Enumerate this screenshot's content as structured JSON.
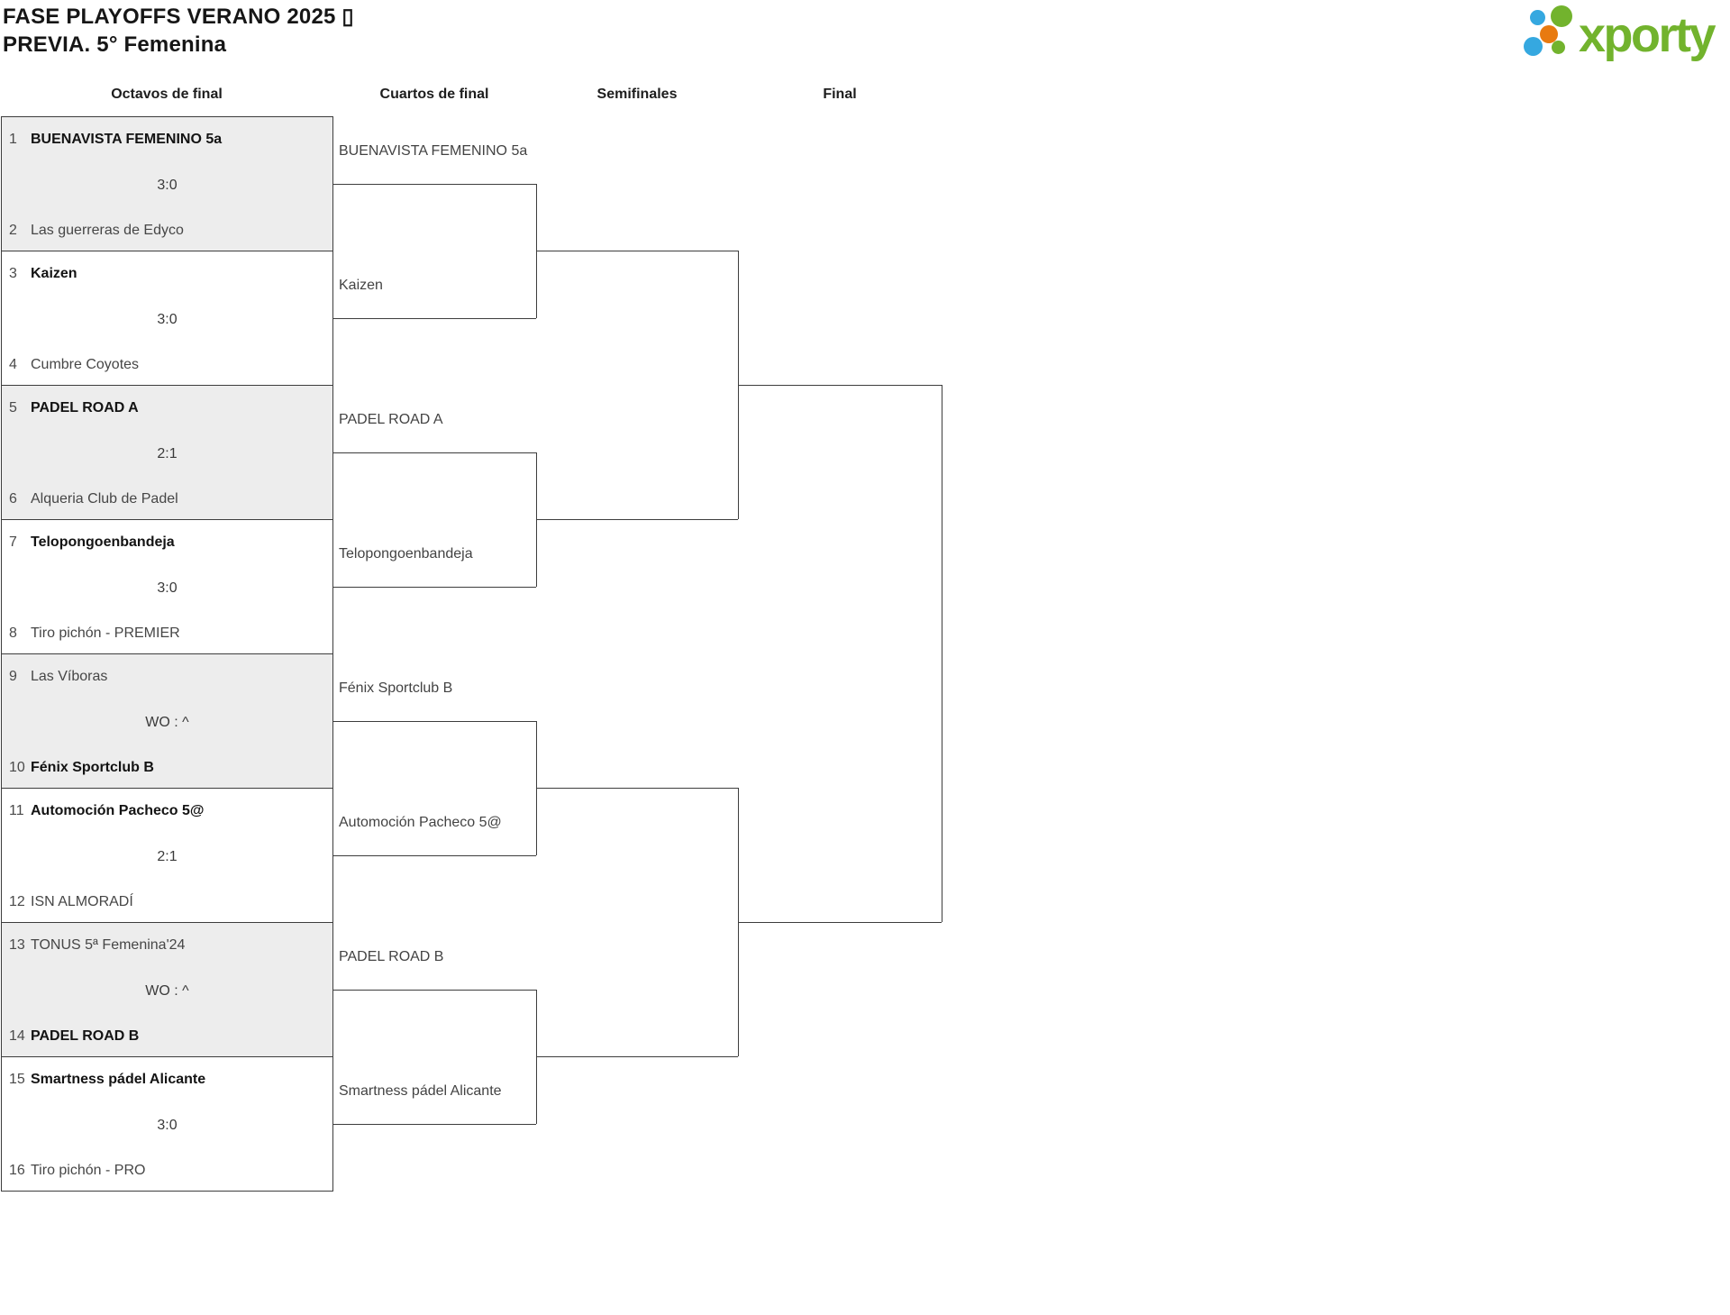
{
  "title": {
    "line1": "FASE PLAYOFFS VERANO 2025 ▯",
    "line2": "PREVIA. 5° Femenina"
  },
  "logo": {
    "text": "xporty",
    "green": "#72b32d",
    "blue": "#35a8e0",
    "orange": "#e87a10"
  },
  "rounds": [
    "Octavos de final",
    "Cuartos de final",
    "Semifinales",
    "Final"
  ],
  "matches": [
    {
      "seed_a": "1",
      "team_a": "BUENAVISTA FEMENINO 5a",
      "score": "3:0",
      "seed_b": "2",
      "team_b": "Las guerreras de Edyco",
      "winner": "a",
      "shaded": true
    },
    {
      "seed_a": "3",
      "team_a": "Kaizen",
      "score": "3:0",
      "seed_b": "4",
      "team_b": "Cumbre Coyotes",
      "winner": "a",
      "shaded": false
    },
    {
      "seed_a": "5",
      "team_a": "PADEL ROAD A",
      "score": "2:1",
      "seed_b": "6",
      "team_b": "Alqueria Club de Padel",
      "winner": "a",
      "shaded": true
    },
    {
      "seed_a": "7",
      "team_a": "Telopongoenbandeja",
      "score": "3:0",
      "seed_b": "8",
      "team_b": "Tiro pichón - PREMIER",
      "winner": "a",
      "shaded": false
    },
    {
      "seed_a": "9",
      "team_a": "Las Víboras",
      "score": "WO : ^",
      "seed_b": "10",
      "team_b": "Fénix Sportclub B",
      "winner": "b",
      "shaded": true
    },
    {
      "seed_a": "11",
      "team_a": "Automoción Pacheco 5@",
      "score": "2:1",
      "seed_b": "12",
      "team_b": "ISN ALMORADÍ",
      "winner": "a",
      "shaded": false
    },
    {
      "seed_a": "13",
      "team_a": "TONUS 5ª Femenina'24",
      "score": "WO : ^",
      "seed_b": "14",
      "team_b": "PADEL ROAD B",
      "winner": "b",
      "shaded": true
    },
    {
      "seed_a": "15",
      "team_a": "Smartness pádel Alicante",
      "score": "3:0",
      "seed_b": "16",
      "team_b": "Tiro pichón - PRO",
      "winner": "a",
      "shaded": false
    }
  ],
  "quarterfinal_entrants": [
    "BUENAVISTA FEMENINO 5a",
    "Kaizen",
    "PADEL ROAD A",
    "Telopongoenbandeja",
    "Fénix Sportclub B",
    "Automoción Pacheco 5@",
    "PADEL ROAD B",
    "Smartness pádel Alicante"
  ],
  "colors": {
    "line": "#3d3d3d",
    "shaded_box": "#ededed",
    "text": "#464646",
    "winner_text": "#131313"
  }
}
